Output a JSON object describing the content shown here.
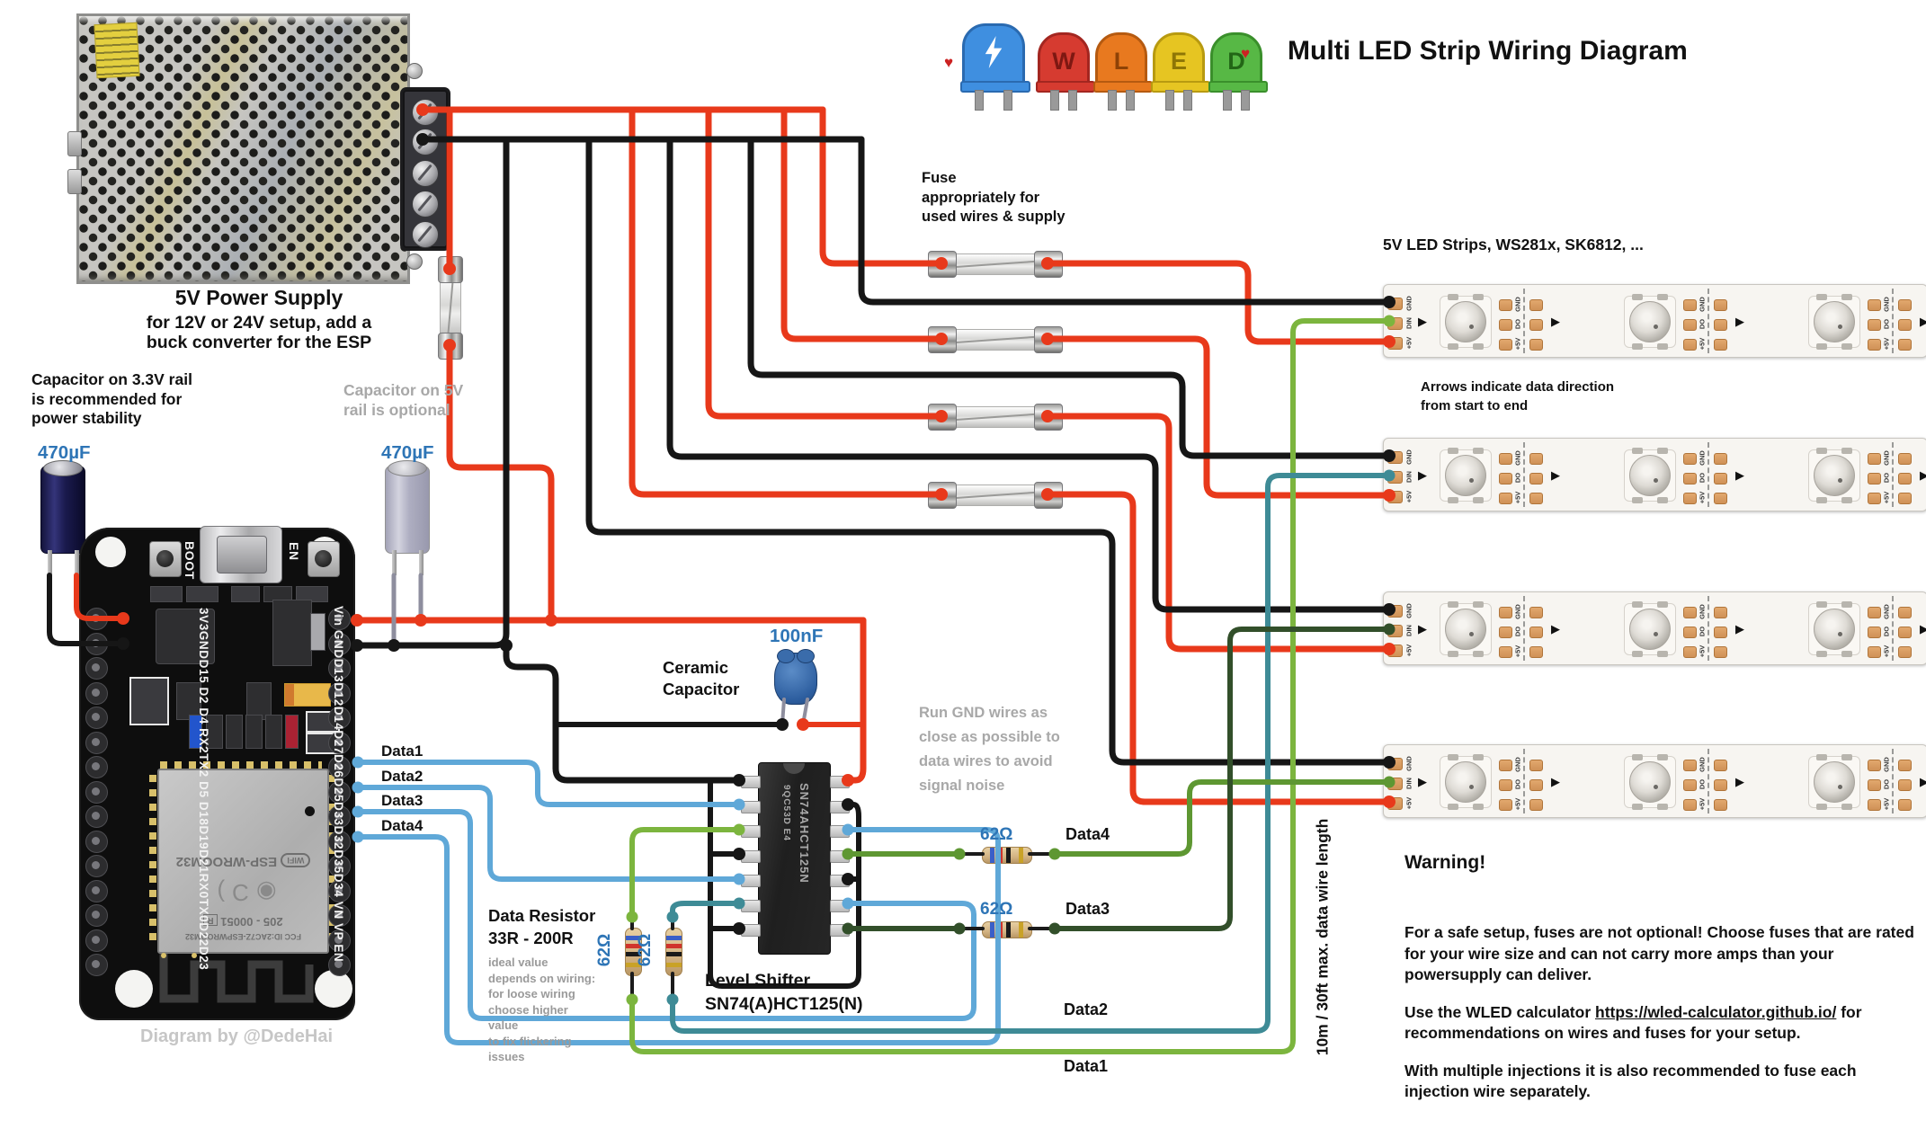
{
  "colors": {
    "wire_red": "#e8391b",
    "wire_black": "#161616",
    "wire_blue": "#5fa8d8",
    "wire_green": "#7cb53e",
    "wire_teal": "#3e8b96",
    "wire_olive": "#5e9732",
    "wire_darkgreen": "#324f2a",
    "cap_leg": "#8e8e9e",
    "lead": "#1b1b1b",
    "label_blue": "#2e75b6",
    "note_gray": "#a8a8a8",
    "logo_blue": "#3f8fe0",
    "logo_red": "#d63b30",
    "logo_orange": "#e8791f",
    "logo_yellow": "#e6c522",
    "logo_green": "#57b845"
  },
  "header": {
    "title": "Multi LED Strip Wiring Diagram"
  },
  "logo": {
    "letters": [
      "W",
      "L",
      "E",
      "D"
    ],
    "heart": "♥"
  },
  "psu": {
    "title": "5V Power Supply",
    "subtitle": "for 12V or 24V setup, add a\nbuck converter for the ESP"
  },
  "capacitors": {
    "c33_note": "Capacitor on 3.3V rail\nis recommended for\npower stability",
    "c33_value": "470µF",
    "c5v_note": "Capacitor on 5V\nrail is optional",
    "c5v_value": "470µF",
    "ceramic_value": "100nF",
    "ceramic_label": "Ceramic\nCapacitor"
  },
  "fuse_note": "Fuse\nappropriately for\nused wires & supply",
  "strips": {
    "title": "5V LED Strips, WS281x, SK6812, ...",
    "arrow_note": "Arrows indicate data direction\nfrom start to end",
    "pads": [
      "GND",
      "DIN",
      "+5V"
    ],
    "inner_pads": [
      "GND",
      "DO",
      "+5V"
    ]
  },
  "esp": {
    "boot": "BOOT",
    "en": "EN",
    "left_pins": "3V3GNDD15 D2 D4 RX2TX2 D5 D18D19D21RX0TX0D22D23",
    "right_pins": "Vin GNDD13D12D14D27D26D25D33D32D35D34 VN VP EN",
    "module_fcc": "FCC ID:2AC7Z-ESPWROOM32",
    "module_code": "205 - 00051",
    "module_reg": "R",
    "module_name": "ESP-WROOM32",
    "module_wifi": "WIFI",
    "credit": "Diagram by @DedeHai"
  },
  "data_labels": [
    "Data1",
    "Data2",
    "Data3",
    "Data4"
  ],
  "level_shifter": {
    "label": "Level Shifter\nSN74(A)HCT125(N)",
    "marking_top": "9QC53D E4",
    "marking": "SN74AHCT125N"
  },
  "resistors": {
    "value": "62Ω",
    "title": "Data Resistor\n33R - 200R",
    "note": "ideal value\ndepends on wiring:\nfor loose wiring\nchoose higher\nvalue\nto fix flickering\nissues"
  },
  "gnd_note": "Run GND wires as\nclose as possible to\ndata wires to avoid\nsignal noise",
  "wire_note": "10m / 30ft max. data wire length",
  "warning": {
    "title": "Warning!",
    "p1": "For a safe setup, fuses are not optional! Choose fuses that are rated for your wire size and can not carry more amps than your powersupply can deliver.",
    "p2_pre": "Use the WLED calculator ",
    "p2_link": "https://wled-calculator.github.io/",
    "p2_post": "  for recommendations on wires and fuses for your setup.",
    "p3": "With multiple injections it is also recommended to fuse each injection wire separately."
  }
}
